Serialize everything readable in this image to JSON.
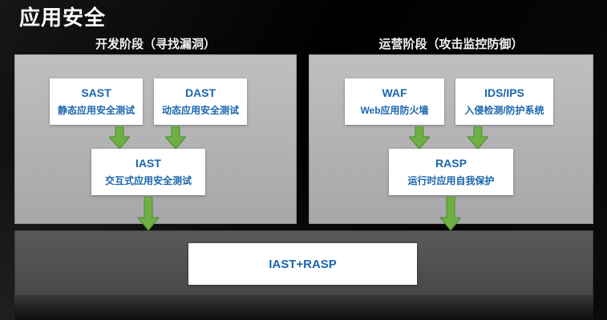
{
  "title": "应用安全",
  "columns": [
    {
      "header": "开发阶段（寻找漏洞）",
      "boxes": [
        {
          "title": "SAST",
          "subtitle": "静态应用安全测试"
        },
        {
          "title": "DAST",
          "subtitle": "动态应用安全测试"
        }
      ],
      "merge": {
        "title": "IAST",
        "subtitle": "交互式应用安全测试"
      }
    },
    {
      "header": "运营阶段（攻击监控防御）",
      "boxes": [
        {
          "title": "WAF",
          "subtitle": "Web应用防火墙"
        },
        {
          "title": "IDS/IPS",
          "subtitle": "入侵检测/防护系统"
        }
      ],
      "merge": {
        "title": "RASP",
        "subtitle": "运行时应用自我保护"
      }
    }
  ],
  "bottom": {
    "label": "IAST+RASP"
  },
  "colors": {
    "background": "#000000",
    "panel_gray": "#b3b3b5",
    "bottom_panel_gray": "#4f4f51",
    "node_text_blue": "#1a66ae",
    "arrow_green": "#6fb044",
    "arrow_green_dark": "#4c8a2b",
    "title_white": "#ffffff"
  }
}
